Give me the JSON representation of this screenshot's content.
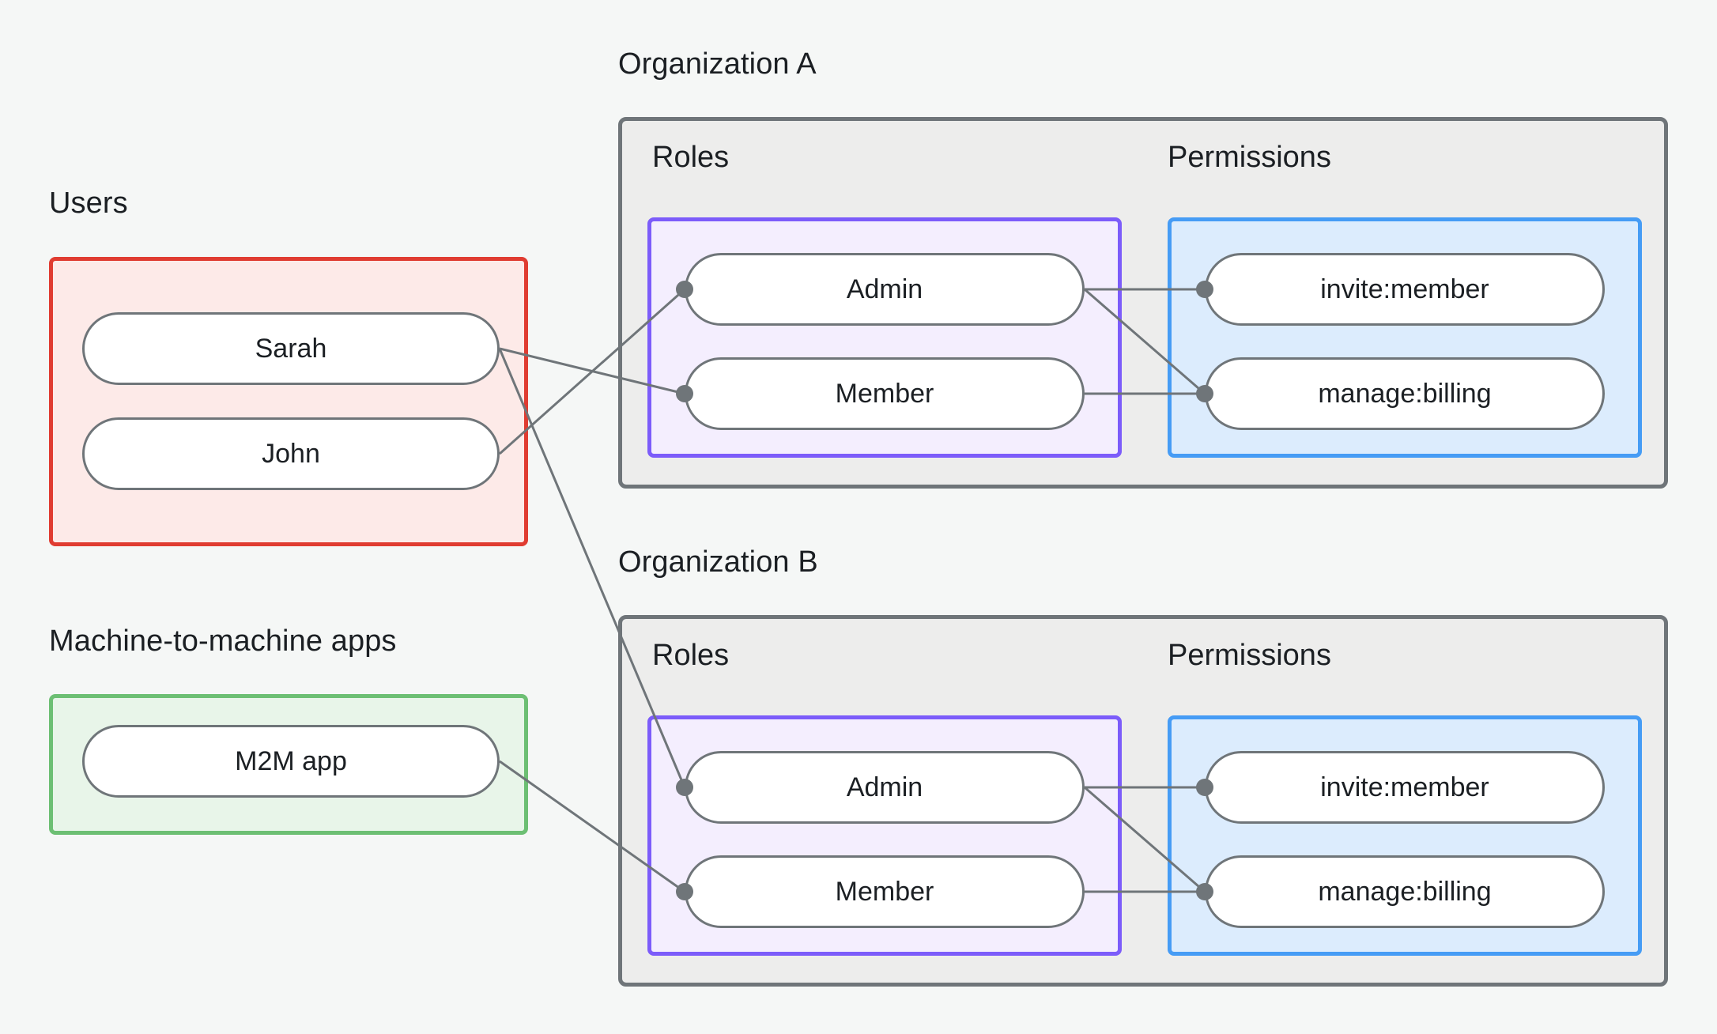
{
  "diagram": {
    "title_users": "Users",
    "title_m2m": "Machine-to-machine apps",
    "title_org_a": "Organization A",
    "title_org_b": "Organization B",
    "label_roles": "Roles",
    "label_permissions": "Permissions"
  },
  "colors": {
    "background": "#f5f7f6",
    "users_border": "#e03c31",
    "users_fill": "#fdeae8",
    "m2m_border": "#6cbf73",
    "m2m_fill": "#e8f5e9",
    "org_border": "#6f7579",
    "org_fill": "#ededec",
    "roles_border": "#7c5cfa",
    "roles_fill": "#f4eefe",
    "perms_border": "#469cf5",
    "perms_fill": "#dcecfd",
    "node_border": "#6f7579",
    "node_fill": "#ffffff",
    "edge": "#6f7579",
    "text": "#1b1f23"
  },
  "users": {
    "items": [
      {
        "label": "Sarah"
      },
      {
        "label": "John"
      }
    ]
  },
  "m2m": {
    "items": [
      {
        "label": "M2M app"
      }
    ]
  },
  "org_a": {
    "roles": [
      {
        "label": "Admin"
      },
      {
        "label": "Member"
      }
    ],
    "permissions": [
      {
        "label": "invite:member"
      },
      {
        "label": "manage:billing"
      }
    ]
  },
  "org_b": {
    "roles": [
      {
        "label": "Admin"
      },
      {
        "label": "Member"
      }
    ],
    "permissions": [
      {
        "label": "invite:member"
      },
      {
        "label": "manage:billing"
      }
    ]
  },
  "edges": [
    {
      "from": "john",
      "to": "org_a_admin"
    },
    {
      "from": "sarah",
      "to": "org_a_member"
    },
    {
      "from": "sarah",
      "to": "org_b_admin"
    },
    {
      "from": "m2m_app",
      "to": "org_b_member"
    },
    {
      "from": "org_a_admin",
      "to": "org_a_invite_member"
    },
    {
      "from": "org_a_admin",
      "to": "org_a_manage_billing"
    },
    {
      "from": "org_a_member",
      "to": "org_a_manage_billing"
    },
    {
      "from": "org_b_admin",
      "to": "org_b_invite_member"
    },
    {
      "from": "org_b_admin",
      "to": "org_b_manage_billing"
    },
    {
      "from": "org_b_member",
      "to": "org_b_manage_billing"
    }
  ]
}
